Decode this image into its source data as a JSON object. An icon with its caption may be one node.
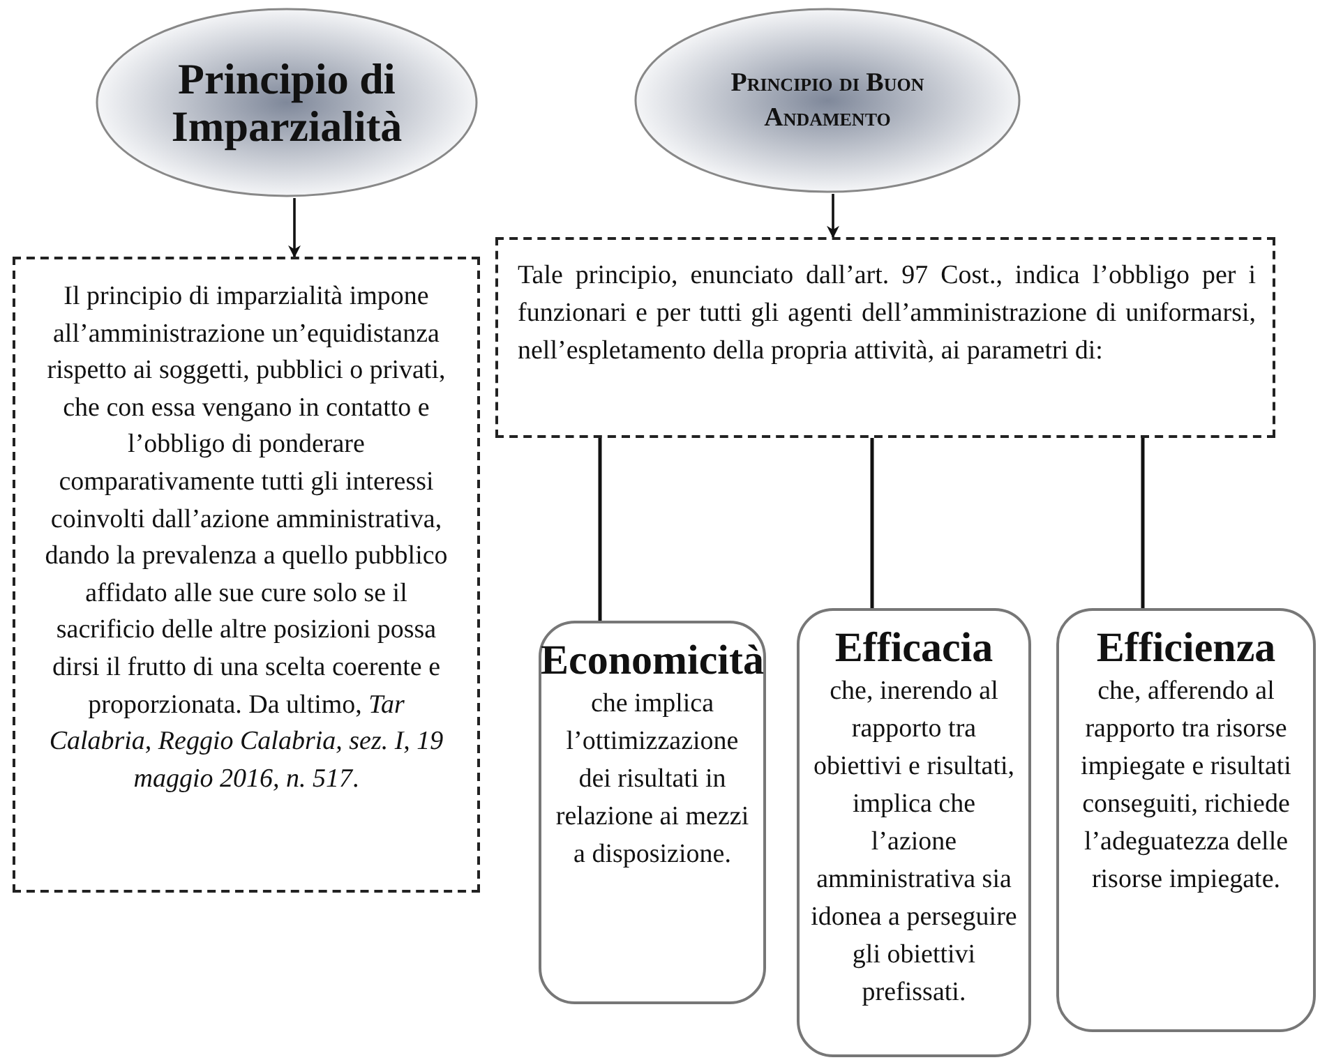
{
  "diagram": {
    "nodes": [
      {
        "text": [
          "Principio di Imparzialità"
        ]
      },
      {
        "text": [
          "Principio di Buon Andamento"
        ]
      },
      {
        "text": [
          "Il principio di imparzialità impone all’amministrazione un’equidistanza rispetto ai soggetti, pubblici o privati, che con essa vengano in contatto e l’obbligo di ponderare comparativamente tutti gli interessi coinvolti dall’azione amministrativa, dando la prevalenza a quello pubblico affidato alle sue cure solo se il sacrificio delle altre posizioni possa dirsi il frutto di una scelta coerente e proporzionata. Da ultimo, *Tar Calabria, Reggio Calabria, sez. I, 19 maggio 2016, n. 517*."
        ]
      },
      {
        "text": [
          "Tale principio, enunciato dall’art. 97 Cost., indica l’obbligo per i funzionari e per tutti gli agenti dell’amministrazione di uniformarsi, nell’espletamento della propria attività, ai parametri di:"
        ]
      },
      {
        "text": [
          "Economicità",
          "che implica l’ottimizzazione dei risultati in relazione ai mezzi a disposizione."
        ]
      },
      {
        "text": [
          "Efficacia",
          "che, inerendo al rapporto tra obiettivi e risultati, implica che l’azione amministrativa sia idonea a perseguire gli obiettivi prefissati."
        ]
      },
      {
        "text": [
          "Efficienza",
          "che, afferendo al rapporto tra risorse impiegate e risultati conseguiti, richiede l’adeguatezza delle risorse impiegate."
        ]
      }
    ],
    "edges": [
      {
        "from": 0,
        "to": 2,
        "arrow": "to"
      },
      {
        "from": 1,
        "to": 3,
        "arrow": "to"
      },
      {
        "from": 3,
        "to": 4,
        "arrow": "none"
      },
      {
        "from": 3,
        "to": 5,
        "arrow": "none"
      },
      {
        "from": 3,
        "to": 6,
        "arrow": "none"
      }
    ]
  }
}
